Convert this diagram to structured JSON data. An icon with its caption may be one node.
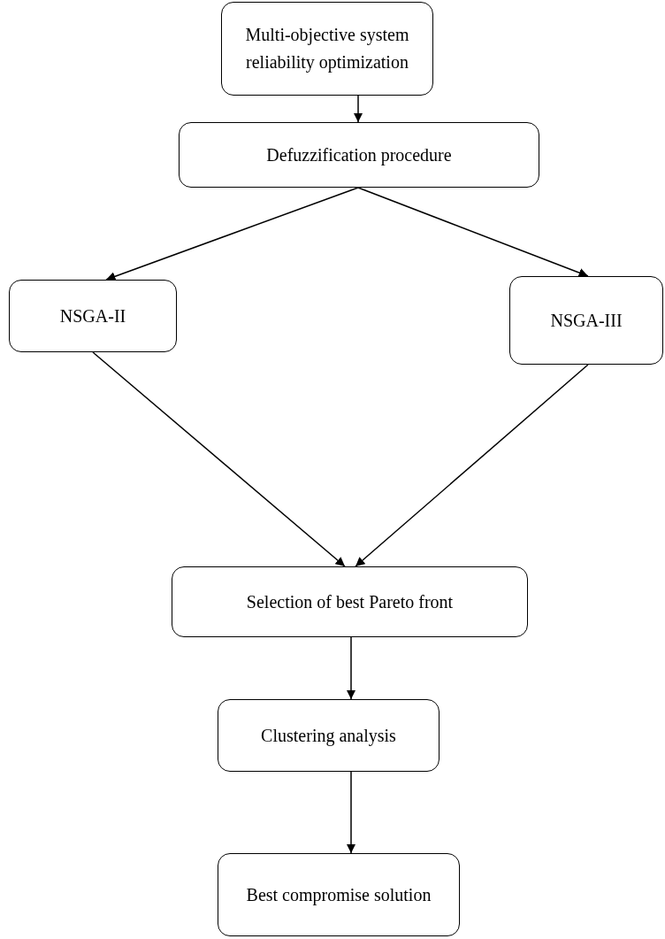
{
  "diagram": {
    "nodes": [
      {
        "text": [
          "Multi-objective system reliability optimization"
        ]
      },
      {
        "text": [
          "Defuzzification procedure"
        ]
      },
      {
        "text": [
          "NSGA-II"
        ]
      },
      {
        "text": [
          "NSGA-III"
        ]
      },
      {
        "text": [
          "Selection of best Pareto front"
        ]
      },
      {
        "text": [
          "Clustering analysis"
        ]
      },
      {
        "text": [
          "Best compromise solution"
        ]
      }
    ],
    "edges": [
      {
        "from": 0,
        "to": 1,
        "arrow": "to"
      },
      {
        "from": 1,
        "to": 2,
        "arrow": "to"
      },
      {
        "from": 1,
        "to": 3,
        "arrow": "to"
      },
      {
        "from": 2,
        "to": 4,
        "arrow": "to"
      },
      {
        "from": 3,
        "to": 4,
        "arrow": "to"
      },
      {
        "from": 4,
        "to": 5,
        "arrow": "to"
      },
      {
        "from": 5,
        "to": 6,
        "arrow": "to"
      }
    ]
  }
}
